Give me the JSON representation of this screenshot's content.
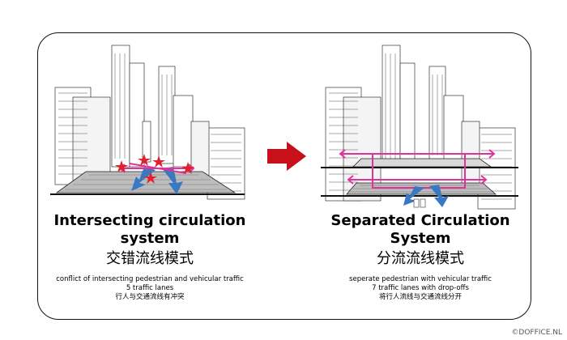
{
  "left": {
    "title_en": "Intersecting circulation system",
    "title_cn": "交错流线模式",
    "lines": [
      "conflict of intersecting pedestrian and vehicular traffic",
      "5 traffic lanes",
      "行人与交通流线有冲突"
    ]
  },
  "right": {
    "title_en": "Separated Circulation System",
    "title_cn": "分流流线模式",
    "lines": [
      "seperate pedestrian with vehicular traffic",
      "7 traffic lanes with drop-offs",
      "将行人流线与交通流线分开"
    ]
  },
  "copyright": "©DOFFICE.NL",
  "colors": {
    "pedestrian": "#e0339a",
    "vehicle": "#3a78c2",
    "conflict": "#e0202c",
    "arrow": "#c8101a"
  }
}
